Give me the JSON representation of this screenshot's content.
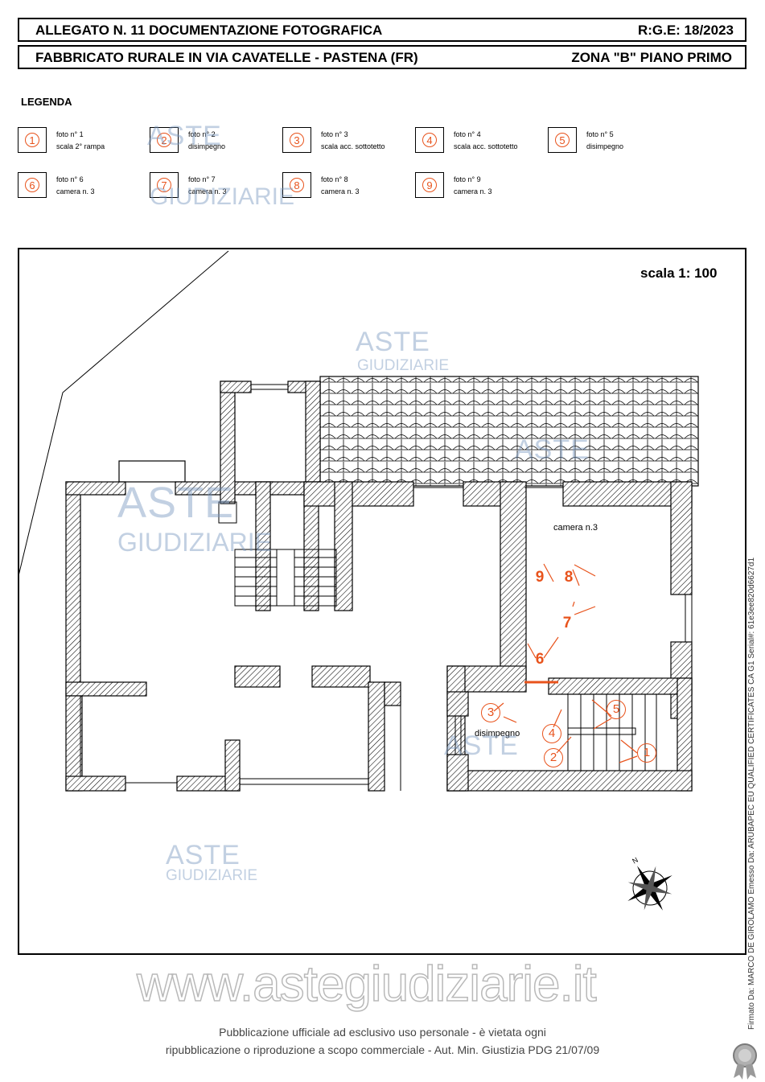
{
  "header": {
    "row1_left": "ALLEGATO N. 11   DOCUMENTAZIONE FOTOGRAFICA",
    "row1_right": "R:G.E: 18/2023",
    "row2_left": "FABBRICATO RURALE  IN VIA CAVATELLE - PASTENA (FR)",
    "row2_right": "ZONA \"B\"  PIANO PRIMO"
  },
  "legend": {
    "title": "LEGENDA",
    "items": [
      {
        "num": "1",
        "line1": "foto n° 1",
        "line2": "scala 2° rampa"
      },
      {
        "num": "2",
        "line1": "foto n° 2",
        "line2": "disimpegno"
      },
      {
        "num": "3",
        "line1": "foto n° 3",
        "line2": "scala acc. sottotetto"
      },
      {
        "num": "4",
        "line1": "foto n° 4",
        "line2": "scala acc. sottotetto"
      },
      {
        "num": "5",
        "line1": "foto n° 5",
        "line2": "disimpegno"
      },
      {
        "num": "6",
        "line1": "foto n° 6",
        "line2": "camera n. 3"
      },
      {
        "num": "7",
        "line1": "foto n° 7",
        "line2": "camera n. 3"
      },
      {
        "num": "8",
        "line1": "foto n° 8",
        "line2": "camera n. 3"
      },
      {
        "num": "9",
        "line1": "foto n° 9",
        "line2": "camera n. 3"
      }
    ]
  },
  "plan": {
    "scale": "scala 1: 100",
    "room_labels": {
      "camera": "camera n.3",
      "disimpegno": "disimpegno"
    },
    "photo_marks": {
      "m9": "9",
      "m8": "8",
      "m7": "7",
      "m6": "6",
      "m3": "3",
      "m4": "4",
      "m5": "5",
      "m2": "2",
      "m1": "1"
    }
  },
  "watermark": {
    "aste": "ASTE",
    "giudiziarie": "GIUDIZIARIE",
    "site": "www.astegiudiziarie.it"
  },
  "footer": {
    "line1": "Pubblicazione ufficiale ad esclusivo uso personale - è vietata ogni",
    "line2": "ripubblicazione o riproduzione a scopo commerciale - Aut. Min. Giustizia PDG 21/07/09"
  },
  "signature": "Firmato Da: MARCO DE GIROLAMO Emesso Da: ARUBAPEC EU QUALIFIED CERTIFICATES CA G1 Serial#: 61e3ee820d6627d1",
  "colors": {
    "accent": "#e8531c",
    "wall": "#000000",
    "watermark": "#7896be"
  },
  "icons": {
    "compass": "north-compass-icon",
    "seal": "award-seal-icon"
  }
}
